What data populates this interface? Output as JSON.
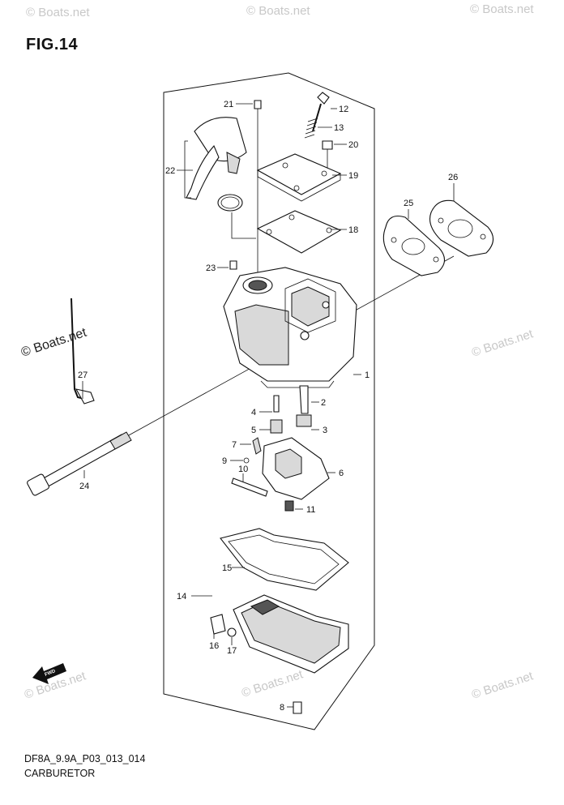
{
  "figure": {
    "title": "FIG.14"
  },
  "footer": {
    "code": "DF8A_9.9A_P03_013_014",
    "name": "CARBURETOR"
  },
  "watermark": {
    "text": "© Boats.net",
    "color": "#c8c8c8"
  },
  "fwd_label": "FWD",
  "callouts": {
    "p1": "1",
    "p2": "2",
    "p3": "3",
    "p4": "4",
    "p5": "5",
    "p6": "6",
    "p7": "7",
    "p8": "8",
    "p9": "9",
    "p10": "10",
    "p11": "11",
    "p12": "12",
    "p13": "13",
    "p14": "14",
    "p15": "15",
    "p16": "16",
    "p17": "17",
    "p18": "18",
    "p19": "19",
    "p20": "20",
    "p21": "21",
    "p22": "22",
    "p23": "23",
    "p24": "24",
    "p25": "25",
    "p26": "26",
    "p27": "27"
  }
}
